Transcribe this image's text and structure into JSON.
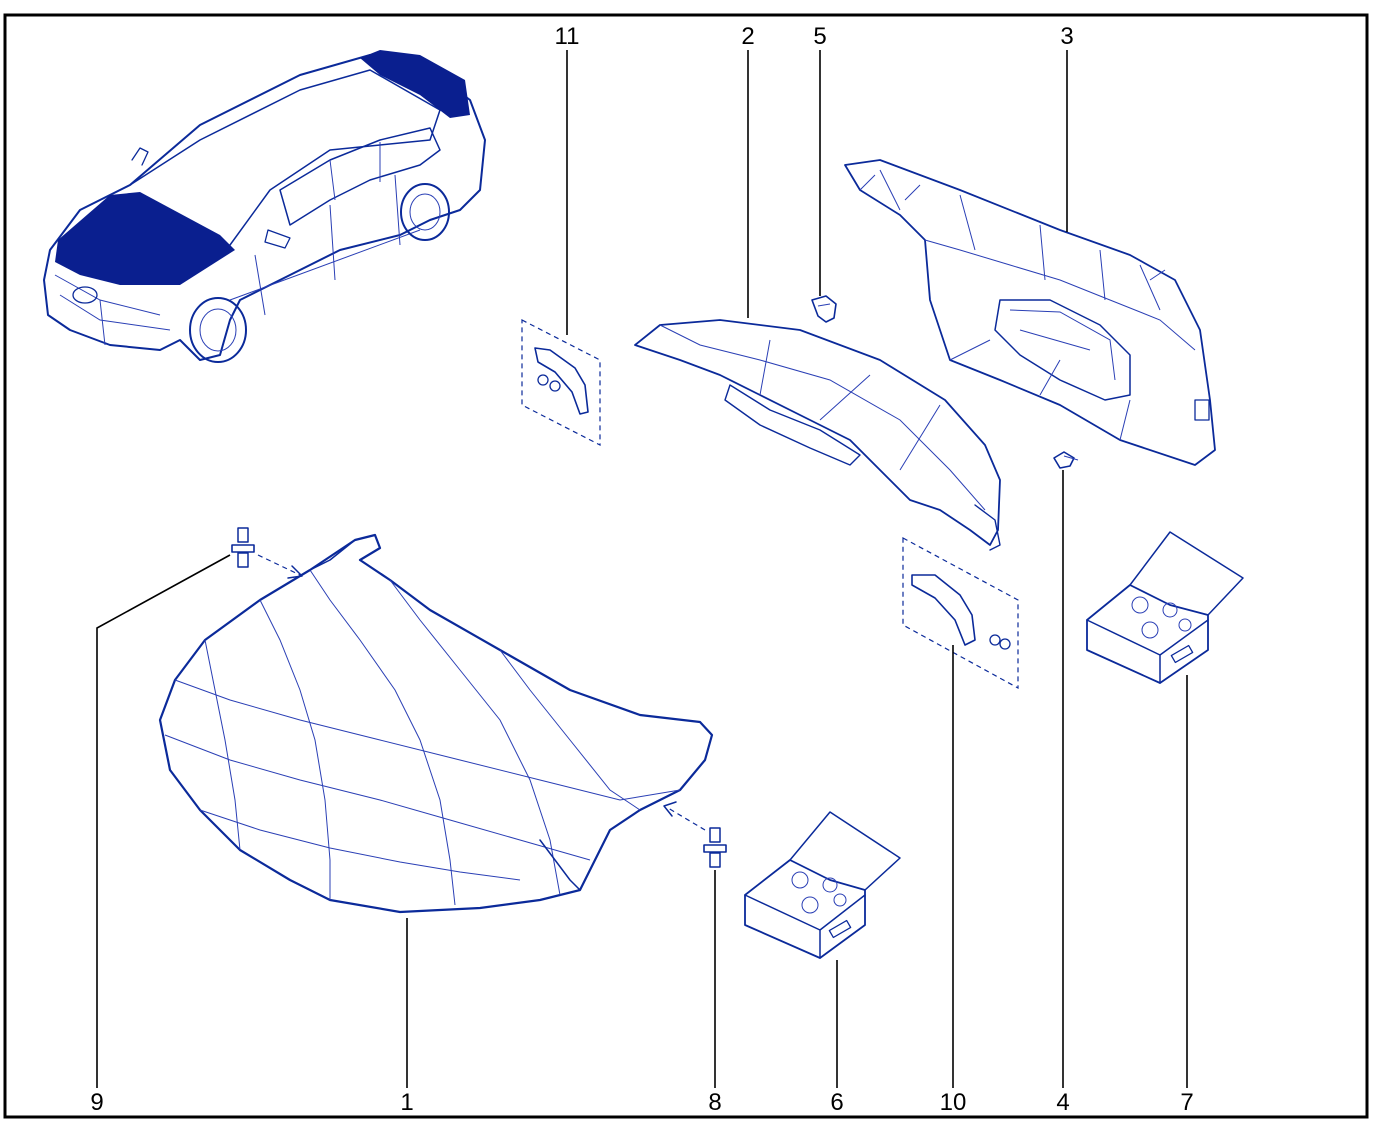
{
  "diagram": {
    "colors": {
      "line_art": "#0b2a9a",
      "highlight_fill": "#0a1f8f",
      "frame": "#000000",
      "background": "#ffffff"
    },
    "callouts": [
      {
        "id": "11",
        "label": "11"
      },
      {
        "id": "2",
        "label": "2"
      },
      {
        "id": "5",
        "label": "5"
      },
      {
        "id": "3",
        "label": "3"
      },
      {
        "id": "9",
        "label": "9"
      },
      {
        "id": "1",
        "label": "1"
      },
      {
        "id": "8",
        "label": "8"
      },
      {
        "id": "6",
        "label": "6"
      },
      {
        "id": "10",
        "label": "10"
      },
      {
        "id": "4",
        "label": "4"
      },
      {
        "id": "7",
        "label": "7"
      }
    ]
  }
}
